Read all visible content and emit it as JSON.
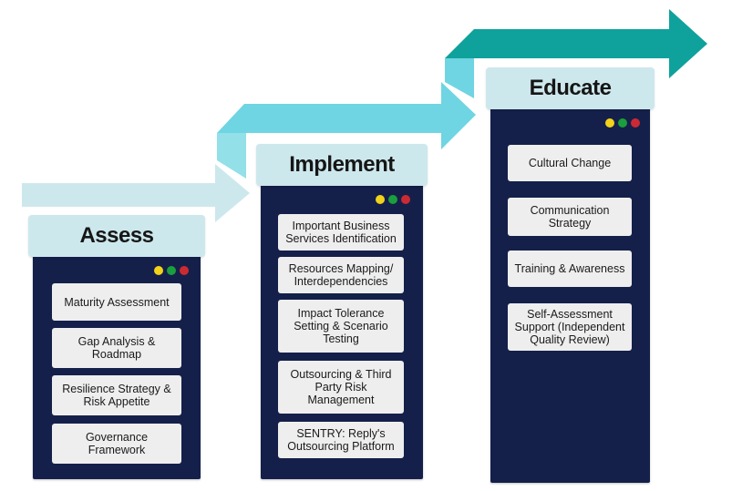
{
  "colors": {
    "window_bg": "#14204a",
    "header_bg": "#cde8ed",
    "item_bg": "#eeeeee",
    "dot_yellow": "#f2d21a",
    "dot_green": "#1b9e3c",
    "dot_red": "#cc2a33",
    "arrow_1": "#cde8ed",
    "arrow_2": "#6fd5e2",
    "arrow_3": "#0fa19c"
  },
  "stages": [
    {
      "title": "Assess",
      "items": [
        "Maturity Assessment",
        "Gap Analysis &\nRoadmap",
        "Resilience Strategy &\nRisk Appetite",
        "Governance\nFramework"
      ]
    },
    {
      "title": "Implement",
      "items": [
        "Important Business\nServices Identification",
        "Resources Mapping/\nInterdependencies",
        "Impact Tolerance\nSetting & Scenario\nTesting",
        "Outsourcing & Third\nParty Risk\nManagement",
        "SENTRY: Reply's\nOutsourcing Platform"
      ]
    },
    {
      "title": "Educate",
      "items": [
        "Cultural Change",
        "Communication\nStrategy",
        "Training & Awareness",
        "Self-Assessment\nSupport (Independent\nQuality Review)"
      ]
    }
  ]
}
